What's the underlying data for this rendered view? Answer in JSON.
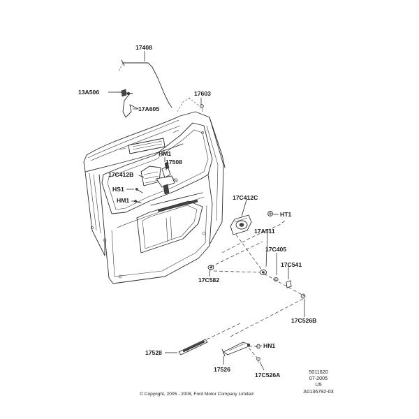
{
  "callouts": [
    {
      "id": "17408",
      "text": "17408"
    },
    {
      "id": "13A506",
      "text": "13A506"
    },
    {
      "id": "17A605",
      "text": "17A605"
    },
    {
      "id": "17603",
      "text": "17603"
    },
    {
      "id": "HM1-top",
      "text": "HM1"
    },
    {
      "id": "17508",
      "text": "17508"
    },
    {
      "id": "17C412B",
      "text": "17C412B"
    },
    {
      "id": "HS1",
      "text": "HS1"
    },
    {
      "id": "HM1-bottom",
      "text": "HM1"
    },
    {
      "id": "17C412C",
      "text": "17C412C"
    },
    {
      "id": "HT1",
      "text": "HT1"
    },
    {
      "id": "17A511",
      "text": "17A511"
    },
    {
      "id": "17C405",
      "text": "17C405"
    },
    {
      "id": "17C541",
      "text": "17C541"
    },
    {
      "id": "17C582",
      "text": "17C582"
    },
    {
      "id": "17C526B",
      "text": "17C526B"
    },
    {
      "id": "HN1",
      "text": "HN1"
    },
    {
      "id": "17528",
      "text": "17528"
    },
    {
      "id": "17526",
      "text": "17526"
    },
    {
      "id": "17C526A",
      "text": "17C526A"
    }
  ],
  "reference": {
    "line1": "5011620",
    "line2": "07-2005",
    "line3": "U5",
    "line4": "A0136792-03"
  },
  "copyright": "© Copyright, 2005 - 2008, Ford Motor Company Limited"
}
